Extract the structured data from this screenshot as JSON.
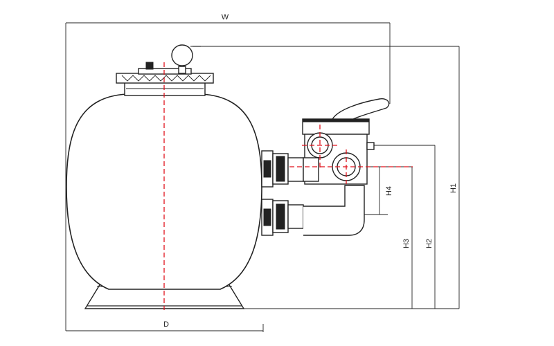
{
  "dimensions": {
    "W": "W",
    "D": "D",
    "H1": "H1",
    "H2": "H2",
    "H3": "H3",
    "H4": "H4"
  },
  "colors": {
    "outline": "#222222",
    "centerline": "#e0101a",
    "background": "#ffffff"
  }
}
